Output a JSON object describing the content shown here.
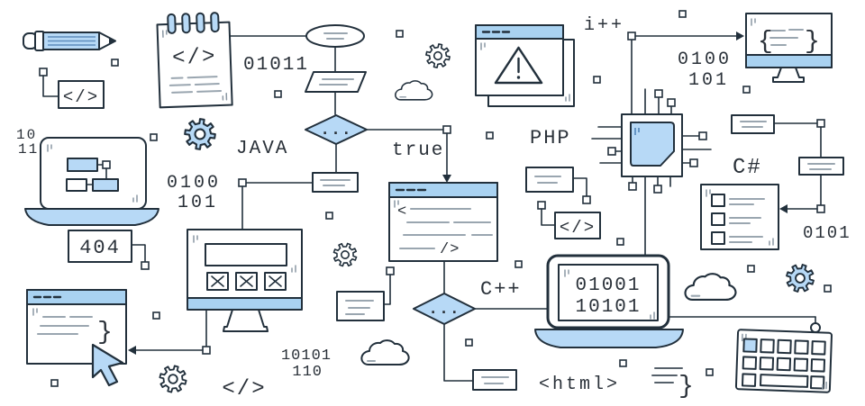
{
  "colors": {
    "background": "#ffffff",
    "outline": "#22303c",
    "accent_blue": "#b7d9f6",
    "titlebar_blue": "#a9d2f1",
    "detail_gray": "#9aa6b0",
    "text": "#2a3139"
  },
  "labels": {
    "java": "JAVA",
    "php": "PHP",
    "csharp": "C#",
    "cpp": "C++",
    "true_branch": "true",
    "http_404": "404",
    "html_tag": "<html>",
    "increment": "i++",
    "code_tag": "</>",
    "code_open": "<",
    "code_close": "/>",
    "brace_open": "{",
    "brace_close": "}",
    "ellipsis": "...",
    "bin_10": "10",
    "bin_11": "11",
    "bin_01011": "01011",
    "bin_0100": "0100",
    "bin_101": "101",
    "bin_10101": "10101",
    "bin_110": "110",
    "bin_01001": "01001",
    "bin_0101": "0101"
  }
}
